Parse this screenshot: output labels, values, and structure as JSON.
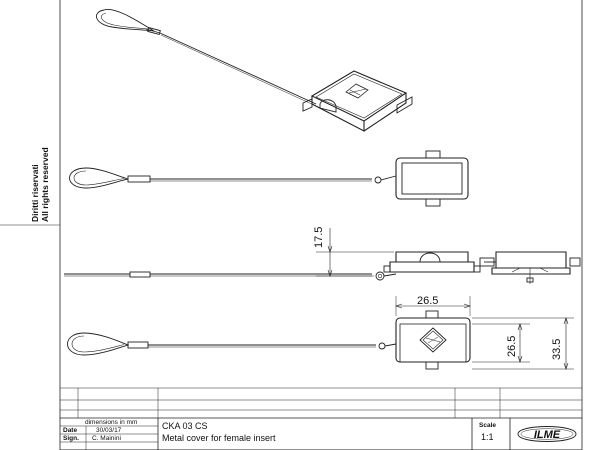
{
  "sheet": {
    "rights_text_1": "Diritti riservati",
    "rights_text_2": "All rights reserved"
  },
  "dimensions": {
    "dim_175": "17.5",
    "dim_265_top": "26.5",
    "dim_265_side": "26.5",
    "dim_335": "33.5"
  },
  "title_block": {
    "units_label": "dimensions in mm",
    "date_label": "Date",
    "date_value": "30/03/17",
    "sign_label": "Sign.",
    "sign_value": "C. Mainini",
    "code": "CKA 03 CS",
    "description": "Metal cover for female insert",
    "scale_label": "Scale",
    "scale_value": "1:1",
    "logo_text": "ILME"
  }
}
